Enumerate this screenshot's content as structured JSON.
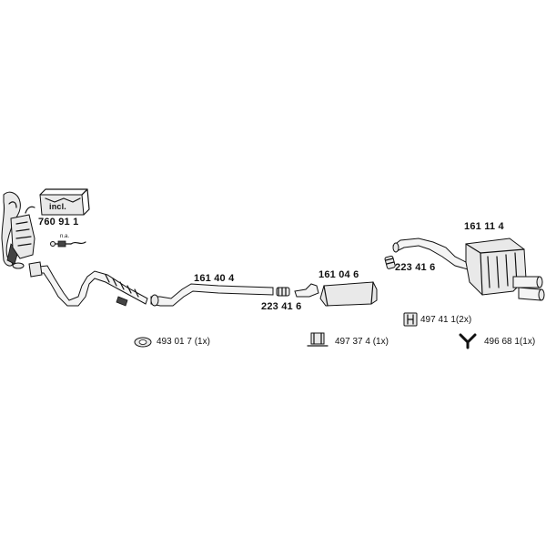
{
  "parts": {
    "catalytic_converter": "760 91 1",
    "kit_box_label": "incl.",
    "lambda_note": "n.a.",
    "front_pipe": "161 40 4",
    "clamp_front": "223 41 6",
    "middle_silencer": "161 04 6",
    "clamp_rear": "223 41 6",
    "rear_silencer": "161 11 4"
  },
  "accessories": {
    "gasket": "493 01 7 (1x)",
    "bracket": "497 37 4 (1x)",
    "rubber_hanger": "497 41 1(2x)",
    "y_hanger": "496 68 1(1x)"
  }
}
